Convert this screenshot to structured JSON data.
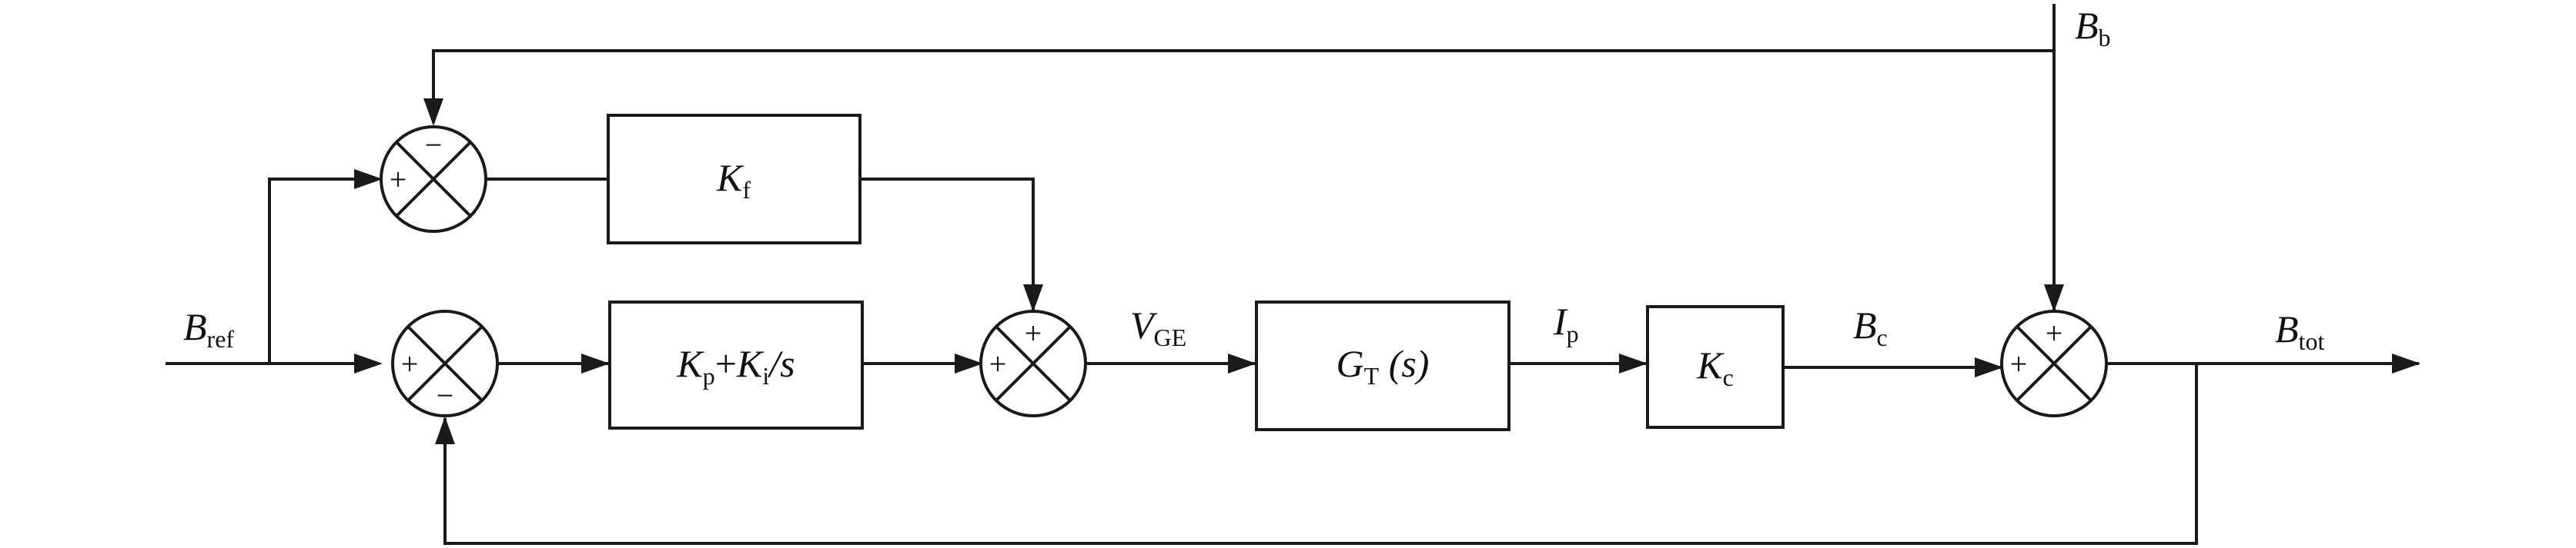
{
  "blocks": {
    "kf": {
      "main": "K",
      "sub": "f"
    },
    "pi": {
      "k1": "K",
      "s1": "p",
      "plus": "+",
      "k2": "K",
      "s2": "i",
      "slash_s": "/s"
    },
    "gt": {
      "main": "G",
      "sub": "T",
      "arg": " (s)"
    },
    "kc": {
      "main": "K",
      "sub": "c"
    }
  },
  "signals": {
    "bref": {
      "main": "B",
      "sub": "ref"
    },
    "bb": {
      "main": "B",
      "sub": "b"
    },
    "vge": {
      "main": "V",
      "sub": "GE"
    },
    "ip": {
      "main": "I",
      "sub": "p"
    },
    "bc": {
      "main": "B",
      "sub": "c"
    },
    "btot": {
      "main": "B",
      "sub": "tot"
    }
  },
  "junctions": {
    "top_left": {
      "left_sign": "+",
      "top_sign": "−"
    },
    "bottom_left": {
      "left_sign": "+",
      "bottom_sign": "−"
    },
    "middle": {
      "left_sign": "+",
      "top_sign": "+"
    },
    "right": {
      "left_sign": "+",
      "top_sign": "+"
    }
  }
}
